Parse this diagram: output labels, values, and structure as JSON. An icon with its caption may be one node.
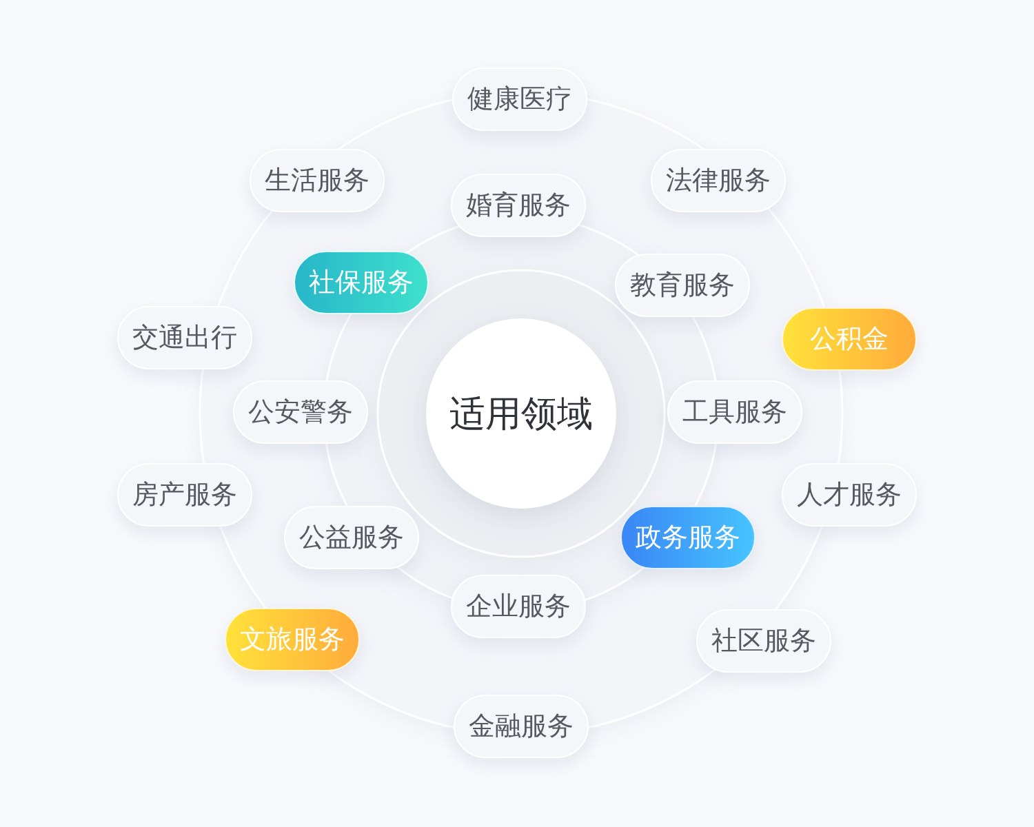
{
  "diagram": {
    "nodes": [
      {
        "text": [
          "适用领域"
        ]
      },
      {
        "text": [
          "健康医疗"
        ]
      },
      {
        "text": [
          "生活服务"
        ]
      },
      {
        "text": [
          "法律服务"
        ]
      },
      {
        "text": [
          "婚育服务"
        ]
      },
      {
        "text": [
          "社保服务"
        ]
      },
      {
        "text": [
          "教育服务"
        ]
      },
      {
        "text": [
          "交通出行"
        ]
      },
      {
        "text": [
          "公积金"
        ]
      },
      {
        "text": [
          "公安警务"
        ]
      },
      {
        "text": [
          "工具服务"
        ]
      },
      {
        "text": [
          "房产服务"
        ]
      },
      {
        "text": [
          "人才服务"
        ]
      },
      {
        "text": [
          "公益服务"
        ]
      },
      {
        "text": [
          "政务服务"
        ]
      },
      {
        "text": [
          "企业服务"
        ]
      },
      {
        "text": [
          "文旅服务"
        ]
      },
      {
        "text": [
          "社区服务"
        ]
      },
      {
        "text": [
          "金融服务"
        ]
      }
    ]
  }
}
